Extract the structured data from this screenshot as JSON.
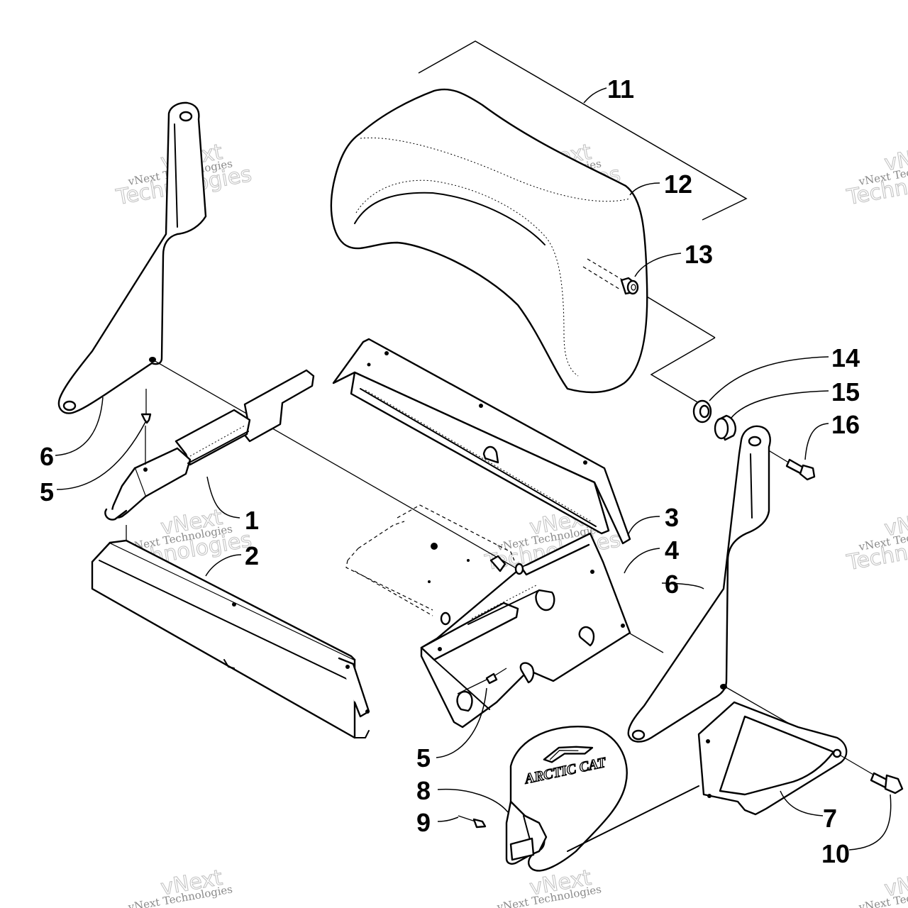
{
  "callouts": {
    "c1": "1",
    "c2": "2",
    "c3": "3",
    "c4": "4",
    "c5a": "5",
    "c5b": "5",
    "c6a": "6",
    "c6b": "6",
    "c7": "7",
    "c8": "8",
    "c9": "9",
    "c10": "10",
    "c11": "11",
    "c12": "12",
    "c13": "13",
    "c14": "14",
    "c15": "15",
    "c16": "16"
  },
  "watermark": {
    "line1": "vNext Technologies",
    "line2": "vNext",
    "line3": "Technologies"
  },
  "logo": {
    "text": "ARCTIC CAT"
  }
}
